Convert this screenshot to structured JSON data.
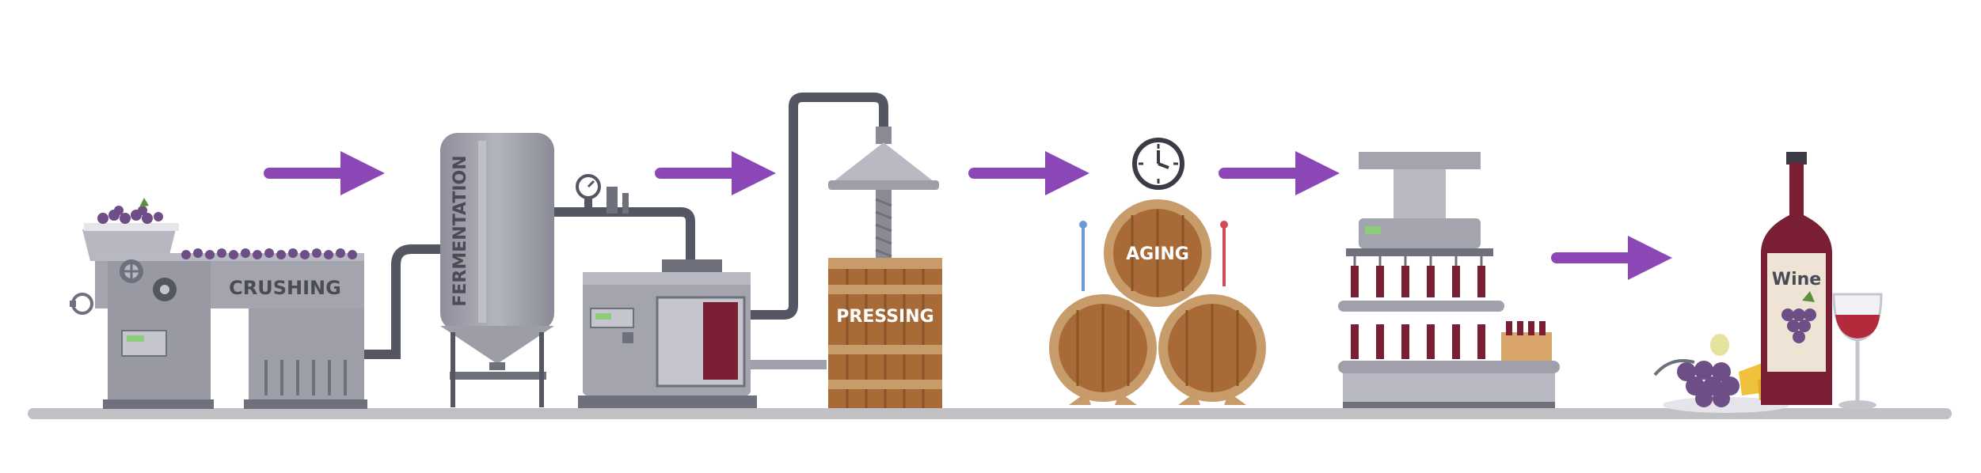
{
  "stages": {
    "crushing": "CRUSHING",
    "fermentation": "FERMENTATION",
    "pressing": "PRESSING",
    "aging": "AGING",
    "wine": "Wine"
  },
  "colors": {
    "arrow": "#8b47b6",
    "machine_gray": "#9fa0ab",
    "machine_dark": "#6e707c",
    "pipe": "#545663",
    "wood": "#a86a36",
    "hoop": "#c89b6a",
    "wine": "#7a1f33",
    "grape": "#6d4e86",
    "ground": "#b8b8bd"
  },
  "icons": [
    "arrow-right-icon",
    "clock-icon",
    "gauge-icon",
    "grapes-icon",
    "wine-glass-icon",
    "wine-bottle-icon",
    "cheese-icon"
  ]
}
